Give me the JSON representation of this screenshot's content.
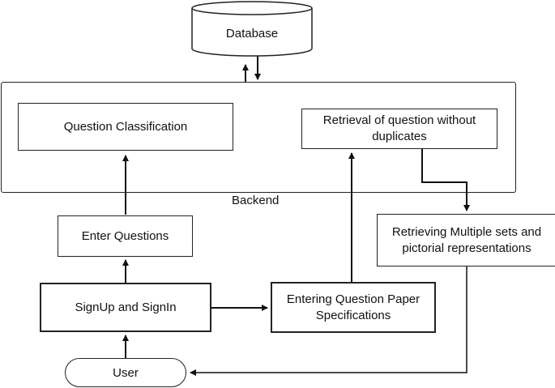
{
  "nodes": {
    "database": "Database",
    "backend": "Backend",
    "question_classification": "Question Classification",
    "retrieval": "Retrieval of question without duplicates",
    "retrieving_sets": "Retrieving Multiple sets and pictorial representations",
    "enter_questions": "Enter Questions",
    "signup_signin": "SignUp and SignIn",
    "entering_specs": "Entering Question Paper Specifications",
    "user": "User"
  }
}
